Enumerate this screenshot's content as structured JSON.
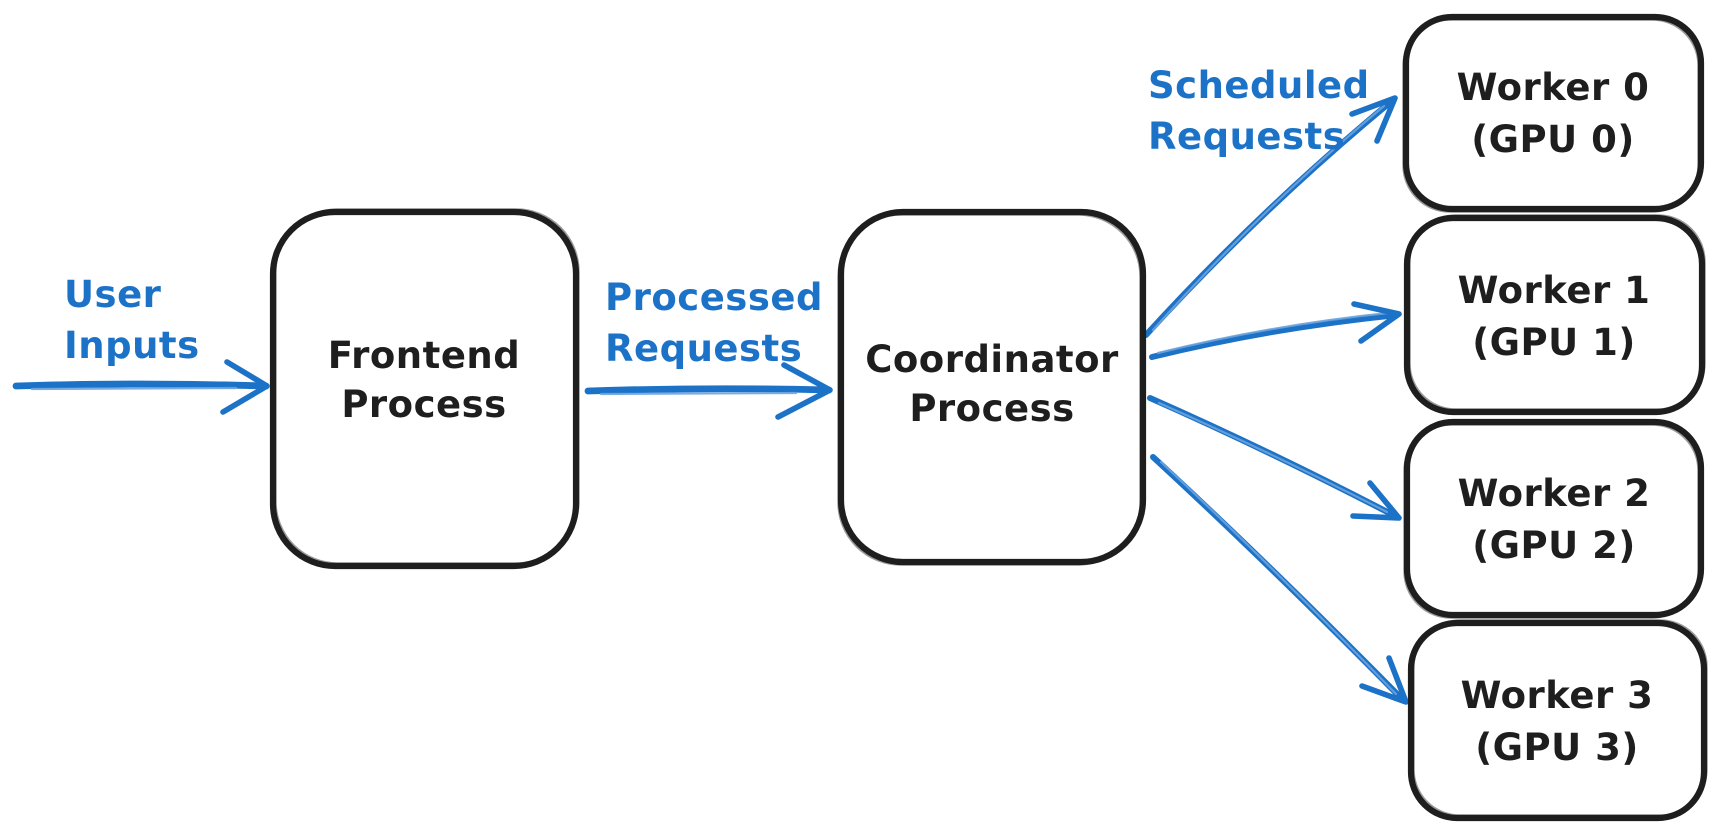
{
  "colors": {
    "ink": "#1e1e1e",
    "accent": "#1c72c7",
    "accent_light": "#6ba3dd",
    "background": "#ffffff"
  },
  "nodes": {
    "frontend": {
      "line1": "Frontend",
      "line2": "Process"
    },
    "coordinator": {
      "line1": "Coordinator",
      "line2": "Process"
    },
    "worker0": {
      "line1": "Worker 0",
      "line2": "(GPU 0)"
    },
    "worker1": {
      "line1": "Worker 1",
      "line2": "(GPU 1)"
    },
    "worker2": {
      "line1": "Worker 2",
      "line2": "(GPU 2)"
    },
    "worker3": {
      "line1": "Worker 3",
      "line2": "(GPU 3)"
    }
  },
  "edge_labels": {
    "user_inputs": {
      "line1": "User",
      "line2": "Inputs"
    },
    "processed_requests": {
      "line1": "Processed",
      "line2": "Requests"
    },
    "scheduled_requests": {
      "line1": "Scheduled",
      "line2": "Requests"
    }
  },
  "edges": [
    {
      "from": "user-inputs",
      "to": "frontend",
      "label": "User Inputs"
    },
    {
      "from": "frontend",
      "to": "coordinator",
      "label": "Processed Requests"
    },
    {
      "from": "coordinator",
      "to": "worker0",
      "label": "Scheduled Requests"
    },
    {
      "from": "coordinator",
      "to": "worker1",
      "label": "Scheduled Requests"
    },
    {
      "from": "coordinator",
      "to": "worker2",
      "label": "Scheduled Requests"
    },
    {
      "from": "coordinator",
      "to": "worker3",
      "label": "Scheduled Requests"
    }
  ]
}
